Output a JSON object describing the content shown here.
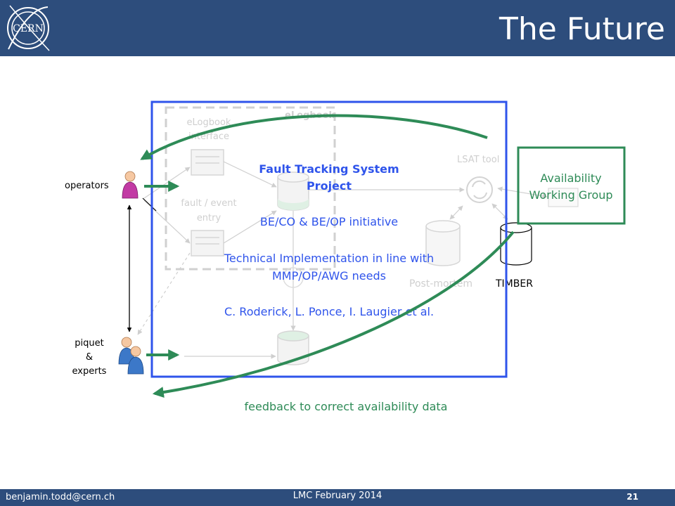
{
  "slide": {
    "title": "The Future",
    "logo_text": "CERN"
  },
  "footer": {
    "email": "benjamin.todd@cern.ch",
    "event": "LMC February 2014",
    "page_number": "21"
  },
  "diagram": {
    "faded_labels": {
      "elogbook_group": "eLogbook",
      "elogbook_interface_line1": "eLogbook",
      "elogbook_interface_line2": "interface",
      "fault_entry_line1": "fault / event",
      "fault_entry_line2": "entry",
      "lsat_tool": "LSAT tool",
      "post_mortem": "Post-mortem"
    },
    "timber_label": "TIMBER",
    "actors": {
      "operators": "operators",
      "piquet_line1": "piquet",
      "piquet_line2": "&",
      "piquet_line3": "experts"
    },
    "project_box": {
      "title_line1": "Fault Tracking System",
      "title_line2": "Project",
      "initiative": "BE/CO & BE/OP initiative",
      "implementation_line1": "Technical Implementation in line with",
      "implementation_line2": "MMP/OP/AWG needs",
      "authors": "C. Roderick, L. Ponce, I. Laugier et al."
    },
    "availability_box": {
      "line1": "Availability",
      "line2": "Working Group"
    },
    "feedback_label": "feedback to correct availability data",
    "colors": {
      "blue": "#2f54eb",
      "green": "#2e8b57",
      "faded": "#c8c8c8"
    }
  }
}
